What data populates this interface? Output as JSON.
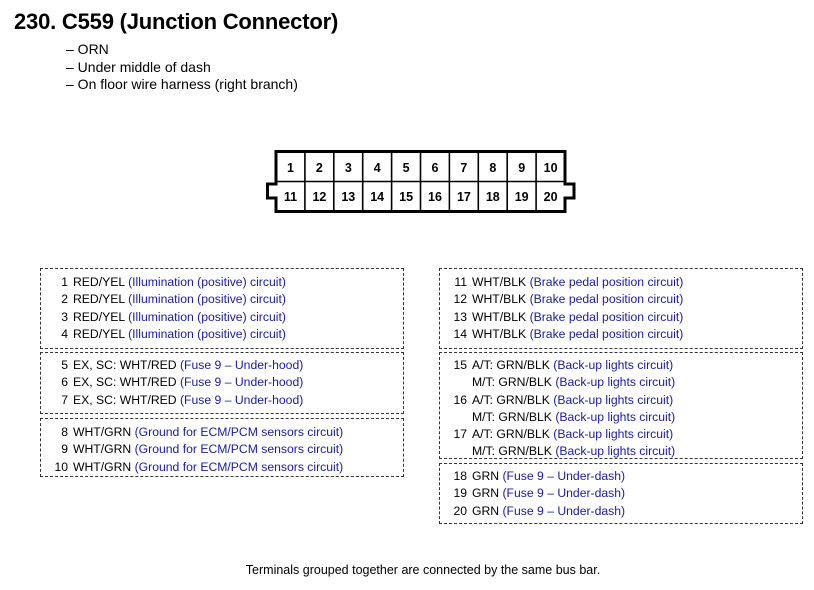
{
  "title": "230. C559 (Junction Connector)",
  "details": [
    "– ORN",
    "– Under middle of dash",
    "– On floor wire harness (right branch)"
  ],
  "connector": {
    "top_row": [
      "1",
      "2",
      "3",
      "4",
      "5",
      "6",
      "7",
      "8",
      "9",
      "10"
    ],
    "bottom_row": [
      "11",
      "12",
      "13",
      "14",
      "15",
      "16",
      "17",
      "18",
      "19",
      "20"
    ]
  },
  "left_groups": [
    {
      "rows": [
        {
          "num": "1",
          "wire": "RED/YEL",
          "circuit": "(Illumination (positive) circuit)"
        },
        {
          "num": "2",
          "wire": "RED/YEL",
          "circuit": "(Illumination (positive) circuit)"
        },
        {
          "num": "3",
          "wire": "RED/YEL",
          "circuit": "(Illumination (positive) circuit)"
        },
        {
          "num": "4",
          "wire": "RED/YEL",
          "circuit": "(Illumination (positive) circuit)"
        }
      ]
    },
    {
      "rows": [
        {
          "num": "5",
          "wire": "EX, SC: WHT/RED",
          "circuit": "(Fuse 9 – Under-hood)"
        },
        {
          "num": "6",
          "wire": "EX, SC: WHT/RED",
          "circuit": "(Fuse 9 – Under-hood)"
        },
        {
          "num": "7",
          "wire": "EX, SC: WHT/RED",
          "circuit": "(Fuse 9 – Under-hood)"
        }
      ]
    },
    {
      "rows": [
        {
          "num": "8",
          "wire": "WHT/GRN",
          "circuit": "(Ground for ECM/PCM sensors circuit)"
        },
        {
          "num": "9",
          "wire": "WHT/GRN",
          "circuit": "(Ground for ECM/PCM sensors circuit)"
        },
        {
          "num": "10",
          "wire": "WHT/GRN",
          "circuit": "(Ground for ECM/PCM sensors circuit)"
        }
      ]
    }
  ],
  "right_groups": [
    {
      "rows": [
        {
          "num": "11",
          "wire": "WHT/BLK",
          "circuit": "(Brake pedal position circuit)"
        },
        {
          "num": "12",
          "wire": "WHT/BLK",
          "circuit": "(Brake pedal position circuit)"
        },
        {
          "num": "13",
          "wire": "WHT/BLK",
          "circuit": "(Brake pedal position circuit)"
        },
        {
          "num": "14",
          "wire": "WHT/BLK",
          "circuit": "(Brake pedal position circuit)"
        }
      ]
    },
    {
      "rows": [
        {
          "num": "15",
          "wire": "A/T: GRN/BLK",
          "circuit": "(Back-up lights circuit)"
        },
        {
          "num": "",
          "wire": "M/T: GRN/BLK",
          "circuit": "(Back-up lights circuit)"
        },
        {
          "num": "16",
          "wire": "A/T: GRN/BLK",
          "circuit": "(Back-up lights circuit)"
        },
        {
          "num": "",
          "wire": "M/T: GRN/BLK",
          "circuit": "(Back-up lights circuit)"
        },
        {
          "num": "17",
          "wire": "A/T: GRN/BLK",
          "circuit": "(Back-up lights circuit)"
        },
        {
          "num": "",
          "wire": "M/T: GRN/BLK",
          "circuit": "(Back-up lights circuit)"
        }
      ]
    },
    {
      "rows": [
        {
          "num": "18",
          "wire": "GRN",
          "circuit": "(Fuse 9 – Under-dash)"
        },
        {
          "num": "19",
          "wire": "GRN",
          "circuit": "(Fuse 9 – Under-dash)"
        },
        {
          "num": "20",
          "wire": "GRN",
          "circuit": "(Fuse 9 – Under-dash)"
        }
      ]
    }
  ],
  "footer": "Terminals grouped together are connected by the same bus bar."
}
